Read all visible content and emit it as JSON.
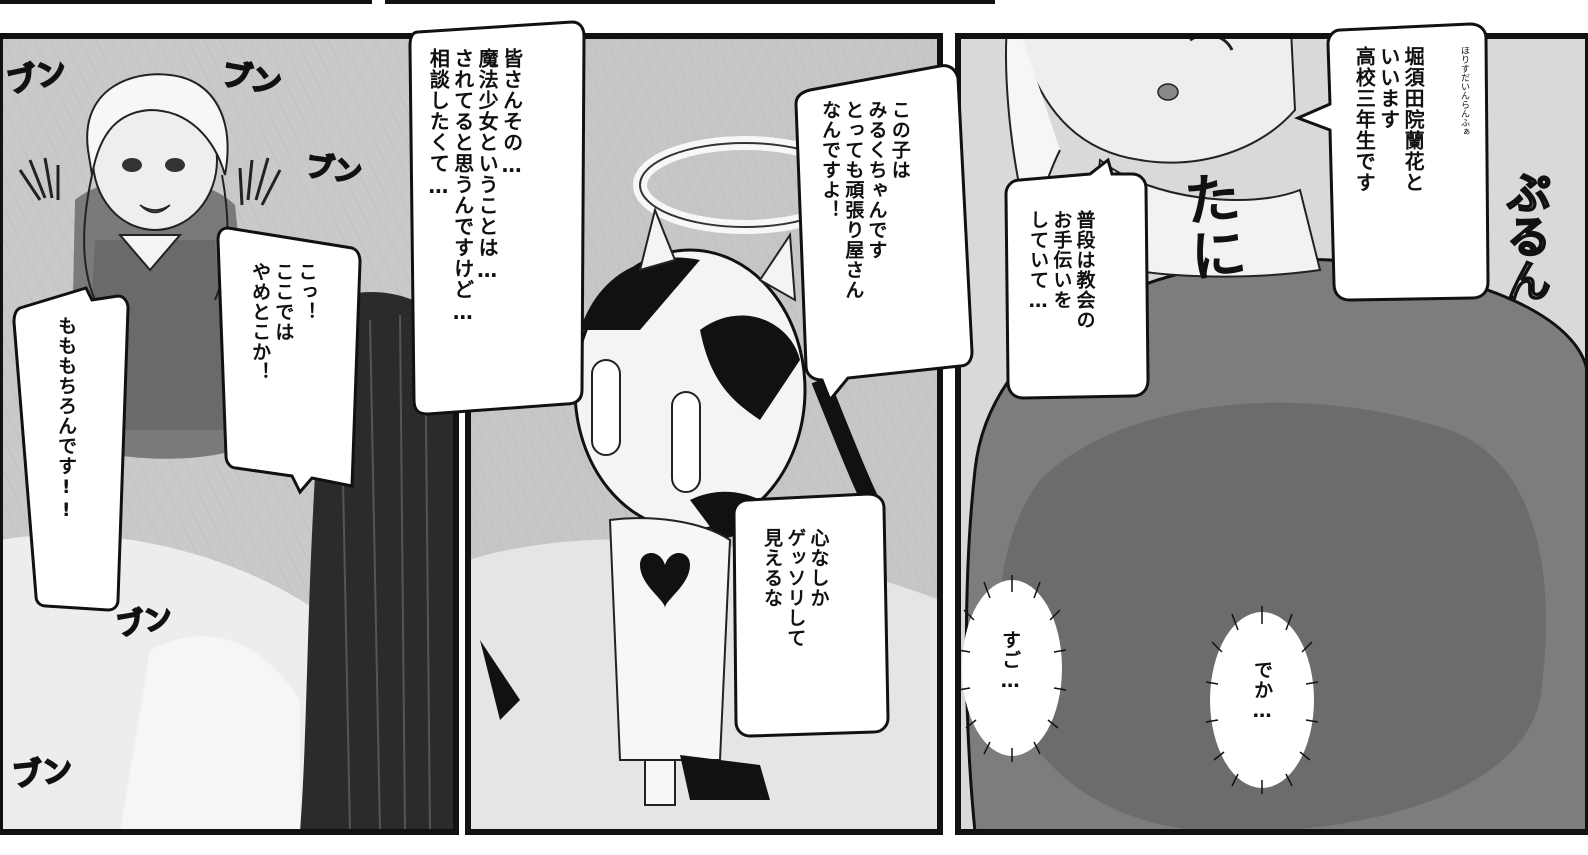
{
  "panel_left": {
    "bubble_mina": "皆さんその…\n魔法少女ということは…\nされてると思うんですけど…\n相談したくて…",
    "bubble_ko": "こっ！\nここでは\nやめとこか！",
    "bubble_momo": "もももちろんです!!",
    "sfx_bun": "ブン"
  },
  "panel_middle": {
    "bubble_konoko": "この子は\nみるくちゃんです\nとっても頑張り屋さん\nなんですよ！",
    "bubble_kokoro": "心なしか\nゲッソリして\n見えるな"
  },
  "panel_right": {
    "bubble_horisuda": "堀須田院蘭花と\nいいます\n高校三年生です",
    "ruby_horisuda": "ほりすだいんらんふぁ",
    "bubble_fudan": "普段は教会の\nお手伝いを\nしていて…",
    "sfx_puyun": "ぷるん",
    "sfx_ta": "たに",
    "burst_sugo": "すご…",
    "burst_deka": "でか…"
  }
}
